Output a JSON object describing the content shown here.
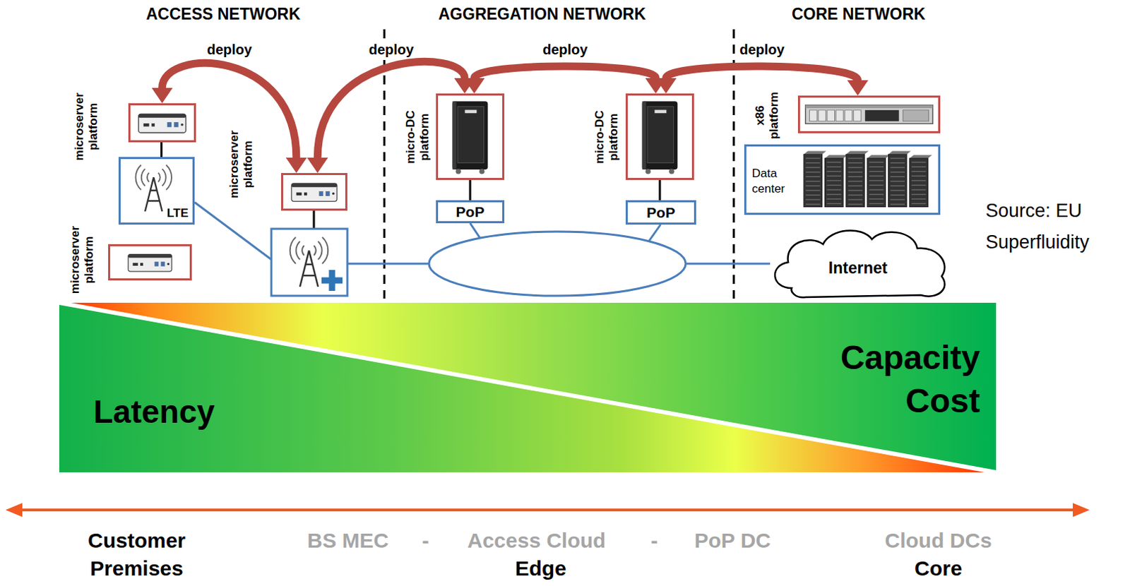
{
  "diagram": {
    "nodes": [
      {
        "text": [
          "microserver platform"
        ]
      },
      {
        "text": [
          "LTE"
        ]
      },
      {
        "text": [
          "microserver platform"
        ]
      },
      {
        "text": [
          "microserver platform"
        ]
      },
      {
        "text": [
          "micro-DC platform"
        ]
      },
      {
        "text": [
          "PoP"
        ]
      },
      {
        "text": [
          "micro-DC platform"
        ]
      },
      {
        "text": [
          "PoP"
        ]
      },
      {
        "text": [
          "x86 platform"
        ]
      },
      {
        "text": [
          "Data center"
        ]
      },
      {
        "text": [
          "Internet"
        ]
      },
      {
        "text": [
          "Latency"
        ]
      },
      {
        "text": [
          "Capacity Cost"
        ]
      }
    ],
    "edges": [
      {
        "from": 0,
        "to": 2,
        "label": "deploy",
        "arrow": "both"
      },
      {
        "from": 2,
        "to": 4,
        "label": "deploy",
        "arrow": "both"
      },
      {
        "from": 4,
        "to": 6,
        "label": "deploy",
        "arrow": "both"
      },
      {
        "from": 6,
        "to": 8,
        "label": "deploy",
        "arrow": "both"
      },
      {
        "from": 0,
        "to": 1,
        "arrow": "none"
      },
      {
        "from": 4,
        "to": 5,
        "arrow": "none"
      },
      {
        "from": 6,
        "to": 7,
        "arrow": "none"
      }
    ],
    "labels": [
      "ACCESS NETWORK",
      "AGGREGATION NETWORK",
      "CORE NETWORK",
      "Source: EU Superfluidity",
      "Customer Premises",
      "BS MEC",
      "-",
      "Access Cloud",
      "-",
      "PoP DC",
      "Edge",
      "Cloud DCs",
      "Core"
    ]
  }
}
